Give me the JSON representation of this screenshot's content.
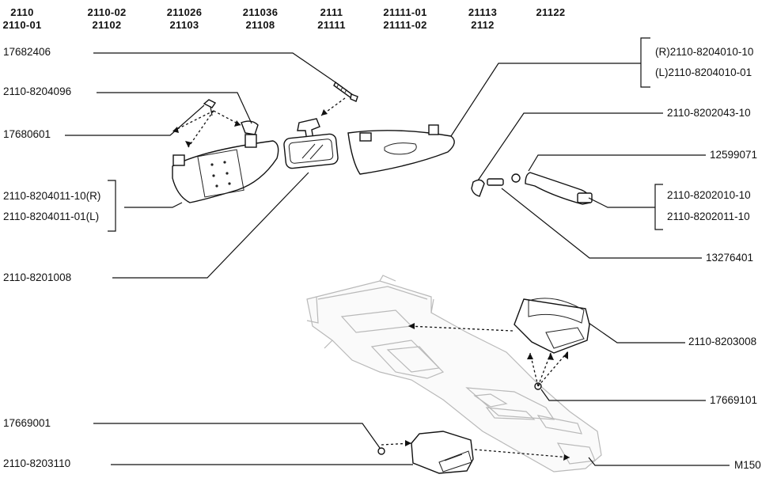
{
  "models": [
    {
      "top": "2110",
      "bottom": "2110-01"
    },
    {
      "top": "2110-02",
      "bottom": "21102"
    },
    {
      "top": "211026",
      "bottom": "21103"
    },
    {
      "top": "211036",
      "bottom": "21108"
    },
    {
      "top": "2111",
      "bottom": "21111"
    },
    {
      "top": "21111-01",
      "bottom": "21111-02"
    },
    {
      "top": "21113",
      "bottom": "2112"
    },
    {
      "top": "21122",
      "bottom": ""
    }
  ],
  "left_labels": {
    "screw": "17682406",
    "visor_clip": "2110-8204096",
    "visor_screw": "17680601",
    "visor_r": "2110-8204011-10(R)",
    "visor_l": "2110-8204011-01(L)",
    "mirror": "2110-8201008",
    "console_screw": "17669001",
    "console_box": "2110-8203110"
  },
  "right_labels": {
    "visor_right_r": "(R)2110-8204010-10",
    "visor_right_l": "(L)2110-8204010-01",
    "handle_cap": "2110-8202043-10",
    "handle_washer": "12599071",
    "handle_a": "2110-8202010-10",
    "handle_b": "2110-8202011-10",
    "handle_screw": "13276401",
    "ashtray": "2110-8203008",
    "ashtray_screw": "17669101",
    "console": "M150"
  }
}
